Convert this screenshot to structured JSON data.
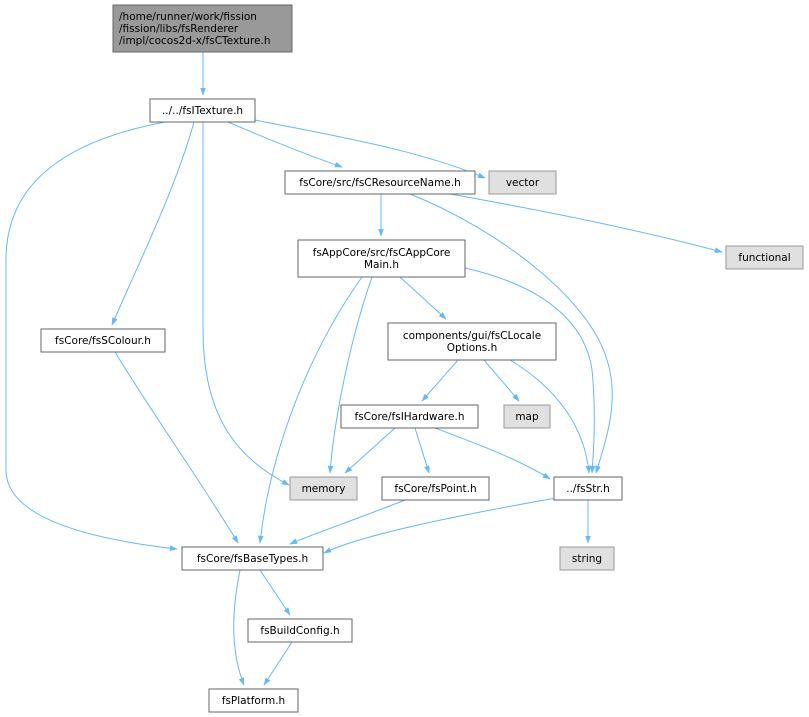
{
  "colors": {
    "edge": "#63B8FF",
    "root_fill": "#999999",
    "root_stroke": "#666666",
    "node_fill": "#FFFFFF",
    "node_stroke": "#666666",
    "external_fill": "#E0E0E0",
    "external_stroke": "#999999"
  },
  "nodes": [
    {
      "id": "root",
      "kind": "root",
      "lines": [
        "/home/runner/work/fission",
        "/fission/libs/fsRenderer",
        "/impl/cocos2d-x/fsCTexture.h"
      ]
    },
    {
      "id": "fsITexture",
      "kind": "node",
      "lines": [
        "../../fsITexture.h"
      ]
    },
    {
      "id": "vector",
      "kind": "external",
      "lines": [
        "vector"
      ]
    },
    {
      "id": "fsCResourceName",
      "kind": "node",
      "lines": [
        "fsCore/src/fsCResourceName.h"
      ]
    },
    {
      "id": "functional",
      "kind": "external",
      "lines": [
        "functional"
      ]
    },
    {
      "id": "fsCAppCoreMain",
      "kind": "node",
      "lines": [
        "fsAppCore/src/fsCAppCore",
        "Main.h"
      ]
    },
    {
      "id": "fsSColour",
      "kind": "node",
      "lines": [
        "fsCore/fsSColour.h"
      ]
    },
    {
      "id": "fsCLocaleOptions",
      "kind": "node",
      "lines": [
        "components/gui/fsCLocale",
        "Options.h"
      ]
    },
    {
      "id": "map",
      "kind": "external",
      "lines": [
        "map"
      ]
    },
    {
      "id": "fsIHardware",
      "kind": "node",
      "lines": [
        "fsCore/fsIHardware.h"
      ]
    },
    {
      "id": "memory",
      "kind": "external",
      "lines": [
        "memory"
      ]
    },
    {
      "id": "fsPoint",
      "kind": "node",
      "lines": [
        "fsCore/fsPoint.h"
      ]
    },
    {
      "id": "fsStr",
      "kind": "node",
      "lines": [
        "../fsStr.h"
      ]
    },
    {
      "id": "fsBaseTypes",
      "kind": "node",
      "lines": [
        "fsCore/fsBaseTypes.h"
      ]
    },
    {
      "id": "string",
      "kind": "external",
      "lines": [
        "string"
      ]
    },
    {
      "id": "fsBuildConfig",
      "kind": "node",
      "lines": [
        "fsBuildConfig.h"
      ]
    },
    {
      "id": "fsPlatform",
      "kind": "node",
      "lines": [
        "fsPlatform.h"
      ]
    }
  ],
  "edges": [
    {
      "from": "root",
      "to": "fsITexture"
    },
    {
      "from": "fsITexture",
      "to": "fsBaseTypes"
    },
    {
      "from": "fsITexture",
      "to": "fsSColour"
    },
    {
      "from": "fsITexture",
      "to": "memory"
    },
    {
      "from": "fsITexture",
      "to": "fsCResourceName"
    },
    {
      "from": "fsITexture",
      "to": "vector"
    },
    {
      "from": "fsCResourceName",
      "to": "fsCAppCoreMain"
    },
    {
      "from": "fsCResourceName",
      "to": "functional"
    },
    {
      "from": "fsCResourceName",
      "to": "fsStr"
    },
    {
      "from": "fsCAppCoreMain",
      "to": "fsBaseTypes"
    },
    {
      "from": "fsCAppCoreMain",
      "to": "memory"
    },
    {
      "from": "fsCAppCoreMain",
      "to": "fsCLocaleOptions"
    },
    {
      "from": "fsCAppCoreMain",
      "to": "fsStr"
    },
    {
      "from": "fsSColour",
      "to": "fsBaseTypes"
    },
    {
      "from": "fsCLocaleOptions",
      "to": "fsIHardware"
    },
    {
      "from": "fsCLocaleOptions",
      "to": "map"
    },
    {
      "from": "fsCLocaleOptions",
      "to": "fsStr"
    },
    {
      "from": "fsIHardware",
      "to": "memory"
    },
    {
      "from": "fsIHardware",
      "to": "fsPoint"
    },
    {
      "from": "fsIHardware",
      "to": "fsStr"
    },
    {
      "from": "fsPoint",
      "to": "fsBaseTypes"
    },
    {
      "from": "fsStr",
      "to": "fsBaseTypes"
    },
    {
      "from": "fsStr",
      "to": "string"
    },
    {
      "from": "fsBaseTypes",
      "to": "fsBuildConfig"
    },
    {
      "from": "fsBaseTypes",
      "to": "fsPlatform"
    },
    {
      "from": "fsBuildConfig",
      "to": "fsPlatform"
    }
  ]
}
